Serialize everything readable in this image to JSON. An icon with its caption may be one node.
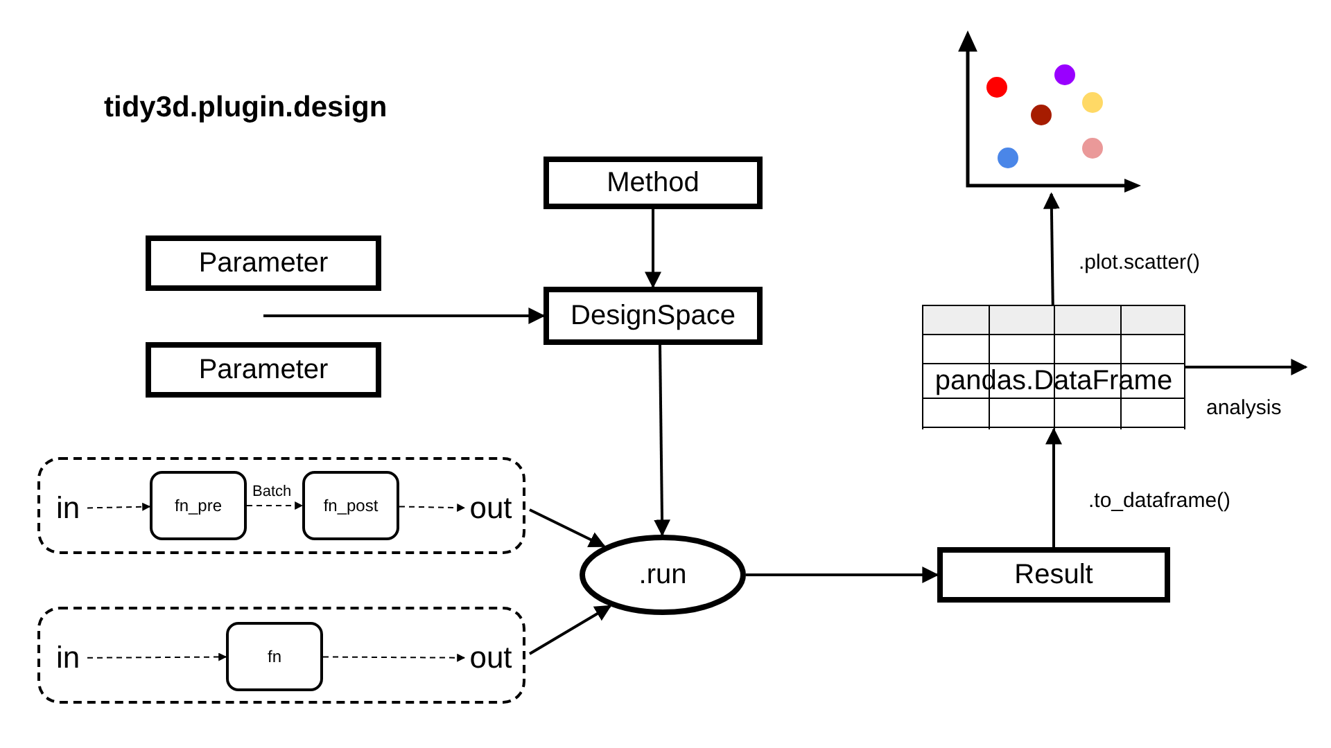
{
  "diagram": {
    "title": "tidy3d.plugin.design",
    "nodes": [
      {
        "text": [
          "Parameter"
        ]
      },
      {
        "text": [
          "Parameter"
        ]
      },
      {
        "text": [
          "Method"
        ]
      },
      {
        "text": [
          "DesignSpace"
        ]
      },
      {
        "text": [],
        "shape": "box"
      },
      {
        "text": [
          "in"
        ],
        "in": 4
      },
      {
        "text": [
          "fn_pre"
        ],
        "in": 4
      },
      {
        "text": [
          "fn_post"
        ],
        "in": 4
      },
      {
        "text": [
          "out"
        ],
        "in": 4
      },
      {
        "text": [],
        "shape": "box"
      },
      {
        "text": [
          "in"
        ],
        "in": 9
      },
      {
        "text": [
          "fn"
        ],
        "in": 9
      },
      {
        "text": [
          "out"
        ],
        "in": 9
      },
      {
        "text": [
          ".run"
        ]
      },
      {
        "text": [
          "Result"
        ]
      },
      {
        "text": [
          "pandas.DataFrame"
        ]
      },
      {
        "text": [],
        "shape": "picture"
      }
    ],
    "edges": [
      {
        "from": null,
        "to": 3,
        "arrow": "to"
      },
      {
        "from": 2,
        "to": 3,
        "arrow": "to"
      },
      {
        "from": 5,
        "to": 6,
        "arrow": "to",
        "style": "dashed"
      },
      {
        "from": 6,
        "to": 7,
        "arrow": "to",
        "style": "dashed",
        "label": "Batch"
      },
      {
        "from": 7,
        "to": 8,
        "arrow": "to",
        "style": "dashed"
      },
      {
        "from": 10,
        "to": 11,
        "arrow": "to",
        "style": "dashed"
      },
      {
        "from": 11,
        "to": 12,
        "arrow": "to",
        "style": "dashed"
      },
      {
        "from": 3,
        "to": 13,
        "arrow": "to"
      },
      {
        "from": 4,
        "to": 13,
        "arrow": "to"
      },
      {
        "from": 9,
        "to": 13,
        "arrow": "to"
      },
      {
        "from": 13,
        "to": 14,
        "arrow": "to"
      },
      {
        "from": 14,
        "to": 15,
        "arrow": "to",
        "label": ".to_dataframe()"
      },
      {
        "from": 15,
        "to": 16,
        "arrow": "to",
        "label": ".plot.scatter()"
      },
      {
        "from": 15,
        "to": null,
        "arrow": "to",
        "label": "analysis"
      }
    ]
  }
}
